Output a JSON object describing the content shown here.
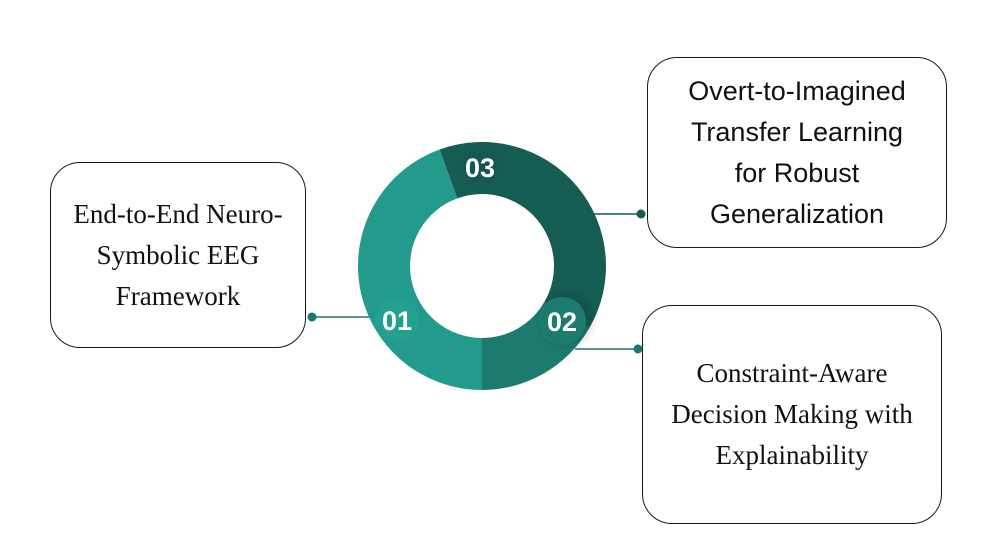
{
  "steps": [
    {
      "number": "01",
      "label": "End-to-End Neuro-\nSymbolic EEG\nFramework"
    },
    {
      "number": "02",
      "label": "Constraint-Aware\nDecision Making with\nExplainability"
    },
    {
      "number": "03",
      "label": "Overt-to-Imagined\nTransfer Learning\nfor Robust\nGeneralization"
    }
  ],
  "colors": {
    "segment_01": "#229a8c",
    "segment_02": "#1c7a6e",
    "segment_03": "#155c53",
    "connector": "#1c7a6e",
    "border": "#1a1a1a"
  }
}
